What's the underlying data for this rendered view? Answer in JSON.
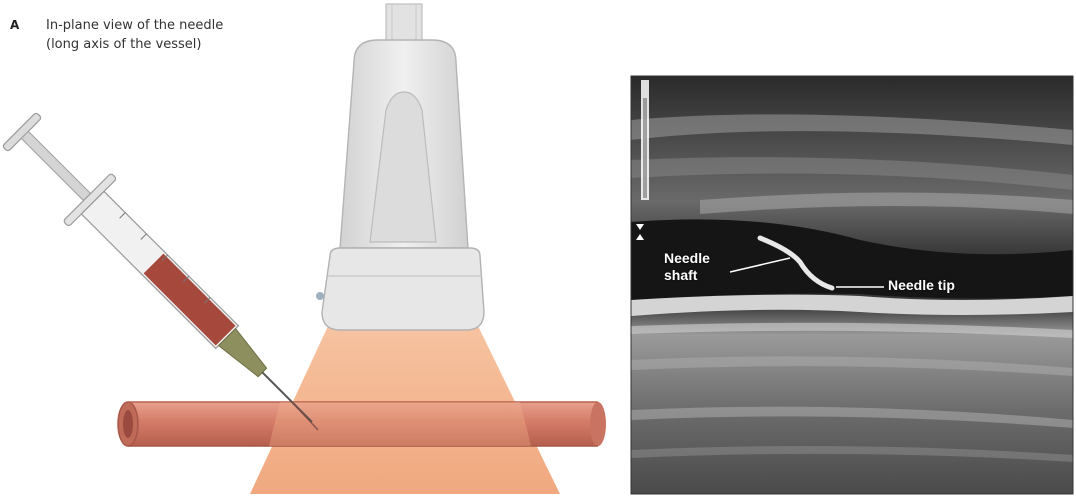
{
  "panel": {
    "letter": "A",
    "caption_line1": "In-plane view of the needle",
    "caption_line2": "(long axis of the vessel)"
  },
  "ultrasound": {
    "label_shaft_line1": "Needle",
    "label_shaft_line2": "shaft",
    "label_tip": "Needle tip"
  },
  "colors": {
    "vessel": "#d47c68",
    "beam": "#f4b48d",
    "probe": "#e6e6e6",
    "blood": "#a7483d",
    "needle_hub": "#8e8f5e"
  }
}
